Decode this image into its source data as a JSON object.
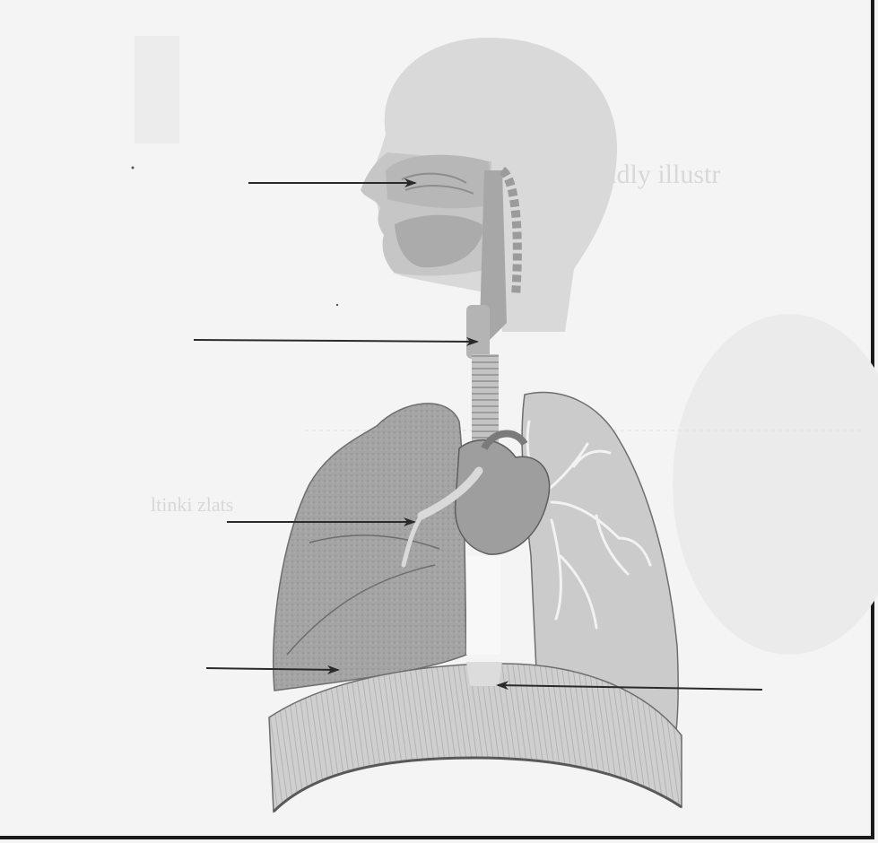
{
  "figure": {
    "subject": "respiratory system",
    "pointer_count": 5,
    "colors": {
      "paper": "#f4f4f4",
      "head": "#dadada",
      "tissue": "#bdbdbd",
      "lung_dark": "#9a9a9a",
      "lung_light": "#c9c9c9",
      "arrow": "#2a2a2a"
    }
  },
  "bleed_through": {
    "line_1": "olive oddly illustr",
    "line_2": "ltinki zlats"
  }
}
